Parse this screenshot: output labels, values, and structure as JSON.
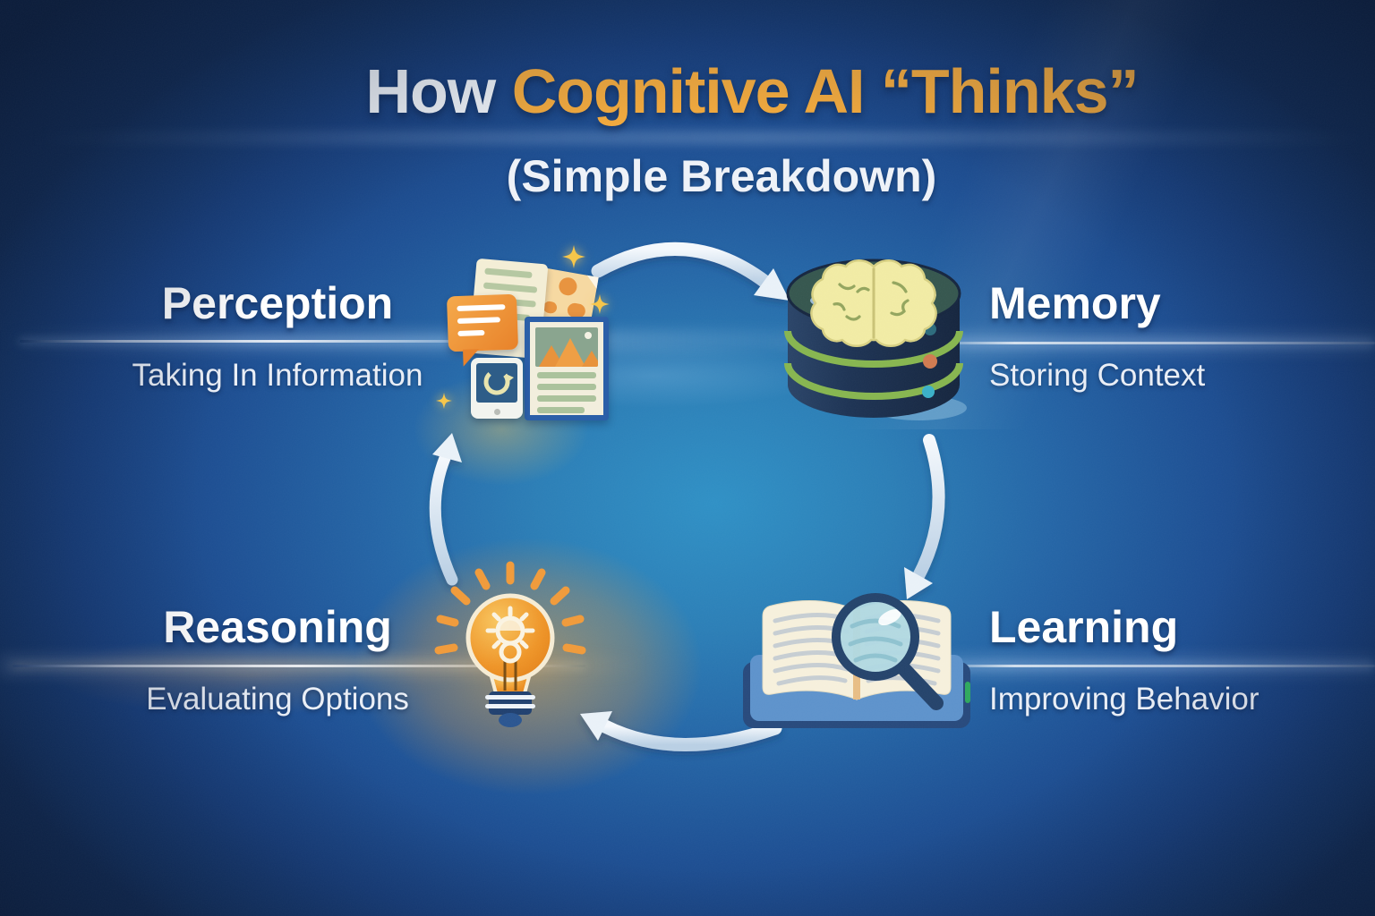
{
  "title": {
    "prefix": "How",
    "highlight": "Cognitive AI “Thinks”",
    "subtitle": "(Simple Breakdown)"
  },
  "stages": [
    {
      "id": "perception",
      "label": "Perception",
      "description": "Taking In Information",
      "icon": "media-documents-icon",
      "position": "top-left"
    },
    {
      "id": "memory",
      "label": "Memory",
      "description": "Storing Context",
      "icon": "database-brain-icon",
      "position": "top-right"
    },
    {
      "id": "learning",
      "label": "Learning",
      "description": "Improving Behavior",
      "icon": "book-magnifier-icon",
      "position": "bottom-right"
    },
    {
      "id": "reasoning",
      "label": "Reasoning",
      "description": "Evaluating Options",
      "icon": "lightbulb-gear-icon",
      "position": "bottom-left"
    }
  ],
  "cycle": [
    {
      "from": "Perception",
      "to": "Memory"
    },
    {
      "from": "Memory",
      "to": "Learning"
    },
    {
      "from": "Learning",
      "to": "Reasoning"
    },
    {
      "from": "Reasoning",
      "to": "Perception"
    }
  ],
  "colors": {
    "accent_gold": "#F2A93C",
    "background_deep": "#102B55",
    "background_center": "#2F90C5",
    "heading_white": "#FFFFFF",
    "arrow_light": "#E6EFF8",
    "database_green": "#86B54F",
    "bulb_orange": "#EE9427"
  }
}
